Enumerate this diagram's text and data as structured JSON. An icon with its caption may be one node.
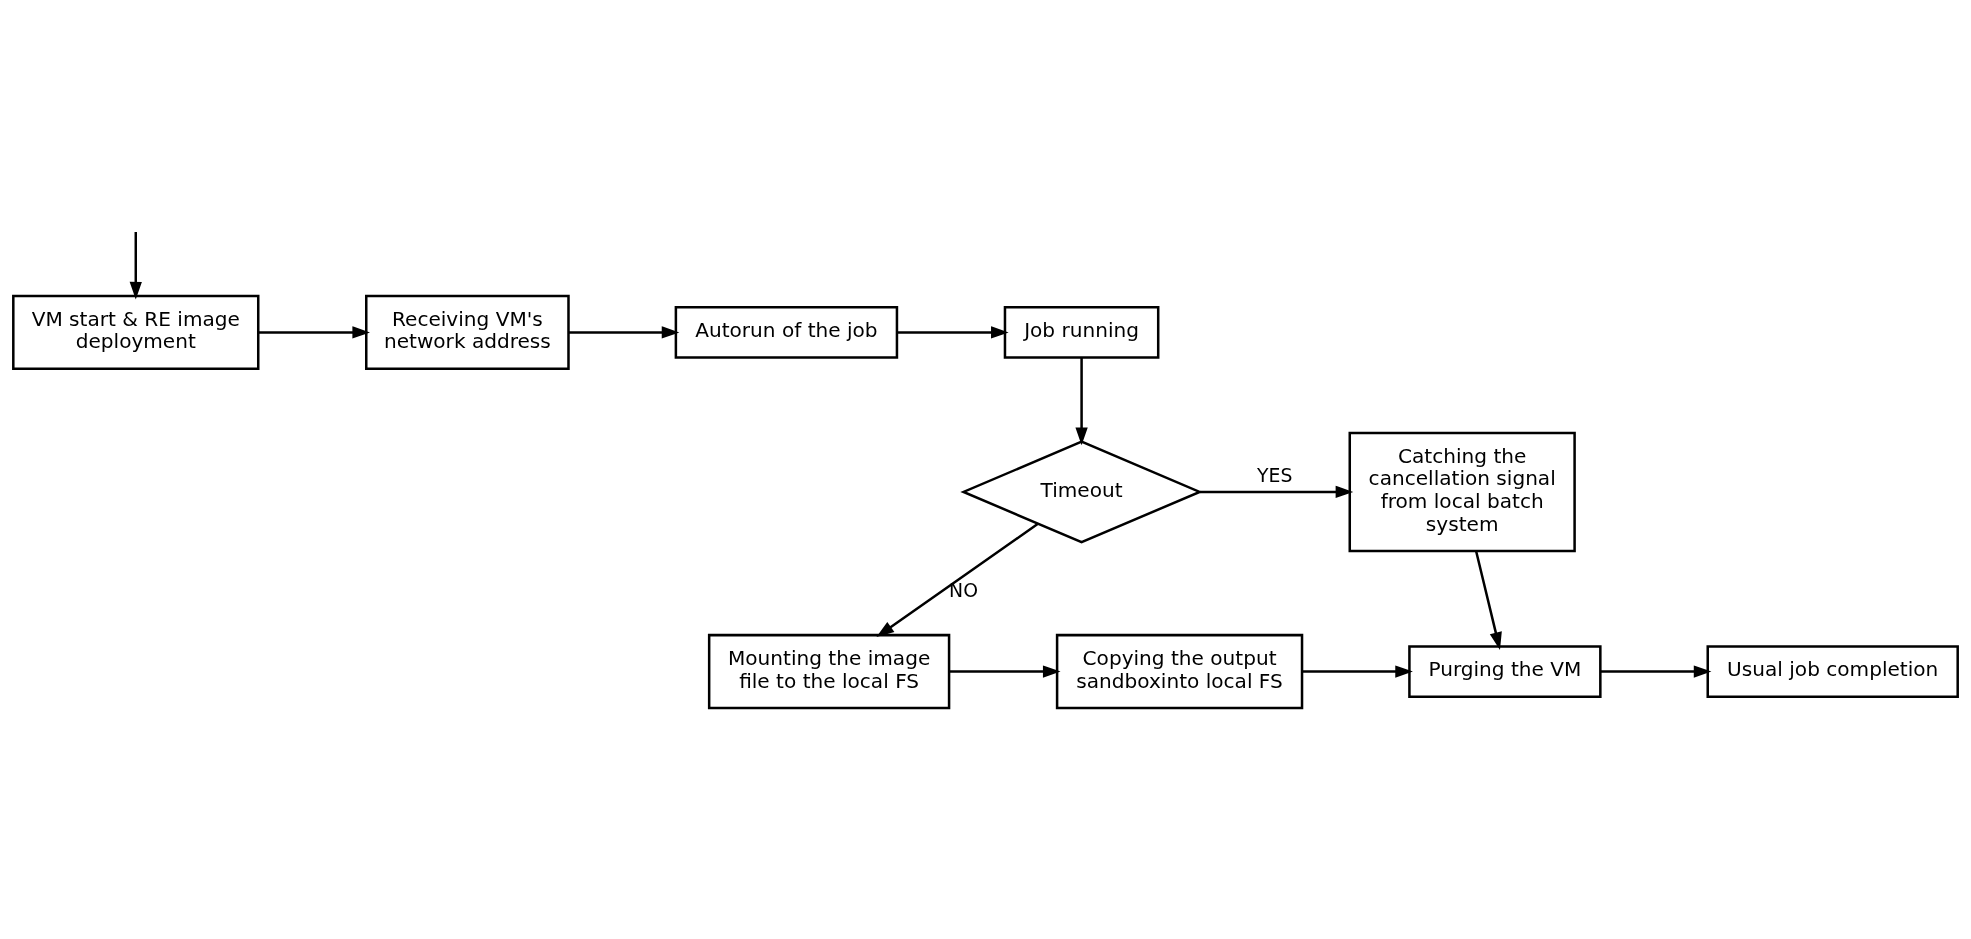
{
  "diagram": {
    "nodes": [
      {
        "text": [
          "VM start & RE image deployment"
        ]
      },
      {
        "text": [
          "Receiving VM's network address"
        ]
      },
      {
        "text": [
          "Autorun of the job"
        ]
      },
      {
        "text": [
          "Job running"
        ]
      },
      {
        "text": [
          "Timeout"
        ]
      },
      {
        "text": [
          "Catching the cancellation signal from local batch system"
        ]
      },
      {
        "text": [
          "Mounting the image file to the local FS"
        ]
      },
      {
        "text": [
          "Copying the output sandboxinto local FS"
        ]
      },
      {
        "text": [
          "Purging the VM"
        ]
      },
      {
        "text": [
          "Usual job completion"
        ]
      }
    ],
    "edges": [
      {
        "from": null,
        "to": 0,
        "arrow": "to"
      },
      {
        "from": 0,
        "to": 1,
        "arrow": "to"
      },
      {
        "from": 1,
        "to": 2,
        "arrow": "to"
      },
      {
        "from": 2,
        "to": 3,
        "arrow": "to"
      },
      {
        "from": 3,
        "to": 4,
        "arrow": "to"
      },
      {
        "from": 4,
        "to": 5,
        "arrow": "to",
        "label": "YES"
      },
      {
        "from": 4,
        "to": 6,
        "arrow": "to",
        "label": "NO"
      },
      {
        "from": 5,
        "to": 8,
        "arrow": "to"
      },
      {
        "from": 6,
        "to": 7,
        "arrow": "to"
      },
      {
        "from": 7,
        "to": 8,
        "arrow": "to"
      },
      {
        "from": 8,
        "to": 9,
        "arrow": "to"
      }
    ]
  }
}
